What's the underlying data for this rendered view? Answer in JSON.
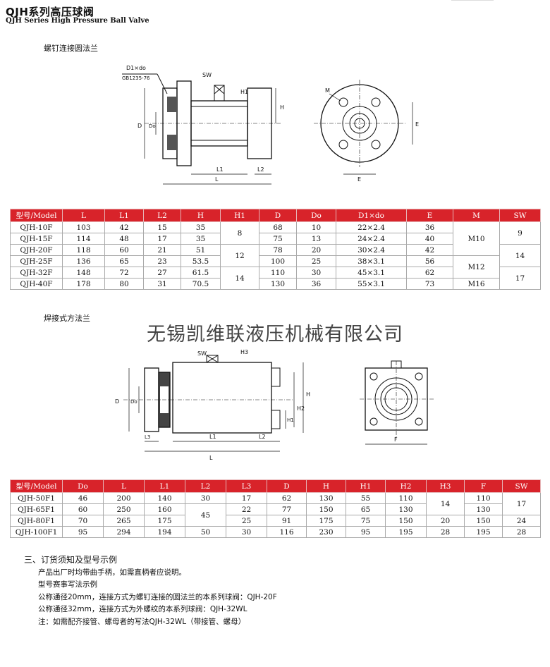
{
  "header": {
    "title_cn": "QJH系列高压球阀",
    "title_en": "QJH Series High Pressure Ball Valve"
  },
  "section1": {
    "label": "螺钉连接圆法兰"
  },
  "drawing1": {
    "labels": {
      "d1xdo": "D1×do",
      "gb": "GB1235-76",
      "sw": "SW",
      "h1": "H1",
      "h": "H",
      "d": "D",
      "do": "Do",
      "l1": "L1",
      "l2": "L2",
      "l": "L",
      "m": "M",
      "e_side": "E",
      "e_bottom": "E"
    }
  },
  "table1": {
    "headers": [
      "型号/Model",
      "L",
      "L1",
      "L2",
      "H",
      "H1",
      "D",
      "Do",
      "D1×do",
      "E",
      "M",
      "SW"
    ],
    "rows": [
      [
        "QJH-10F",
        "103",
        "42",
        "15",
        "35",
        "68",
        "10",
        "22×2.4",
        "36"
      ],
      [
        "QJH-15F",
        "114",
        "48",
        "17",
        "35",
        "75",
        "13",
        "24×2.4",
        "40"
      ],
      [
        "QJH-20F",
        "118",
        "60",
        "21",
        "51",
        "78",
        "20",
        "30×2.4",
        "42"
      ],
      [
        "QJH-25F",
        "136",
        "65",
        "23",
        "53.5",
        "100",
        "25",
        "38×3.1",
        "56"
      ],
      [
        "QJH-32F",
        "148",
        "72",
        "27",
        "61.5",
        "110",
        "30",
        "45×3.1",
        "62"
      ],
      [
        "QJH-40F",
        "178",
        "80",
        "31",
        "70.5",
        "130",
        "36",
        "55×3.1",
        "73"
      ]
    ],
    "h1_merged": [
      "8",
      "12",
      "14"
    ],
    "m_merged": [
      "M10",
      "M12",
      "M16"
    ],
    "sw_merged": [
      "9",
      "14",
      "17"
    ]
  },
  "section2": {
    "label": "焊接式方法兰"
  },
  "watermark": "无锡凯维联液压机械有限公司",
  "drawing2": {
    "labels": {
      "sw": "SW",
      "h3": "H3",
      "h2": "H2",
      "h1": "H1",
      "h": "H",
      "d": "D",
      "do": "Do",
      "l3": "L3",
      "l1": "L1",
      "l2": "L2",
      "l": "L",
      "f": "F"
    }
  },
  "table2": {
    "headers": [
      "型号/Model",
      "Do",
      "L",
      "L1",
      "L2",
      "L3",
      "D",
      "H",
      "H1",
      "H2",
      "H3",
      "F",
      "SW"
    ],
    "rows": [
      [
        "QJH-50F1",
        "46",
        "200",
        "140",
        "30",
        "17",
        "62",
        "130",
        "55",
        "110",
        "",
        "110",
        ""
      ],
      [
        "QJH-65F1",
        "60",
        "250",
        "160",
        "",
        "22",
        "77",
        "150",
        "65",
        "130",
        "",
        "130",
        ""
      ],
      [
        "QJH-80F1",
        "70",
        "265",
        "175",
        "",
        "25",
        "91",
        "175",
        "75",
        "150",
        "20",
        "150",
        "24"
      ],
      [
        "QJH-100F1",
        "95",
        "294",
        "194",
        "50",
        "30",
        "116",
        "230",
        "95",
        "195",
        "28",
        "195",
        "28"
      ]
    ],
    "l2_merged": "45",
    "h3_merged": "14",
    "sw_merged": "17"
  },
  "notes": {
    "heading": "三、订货须知及型号示例",
    "lines": [
      "产品出厂时均带曲手柄，如需直柄者应说明。",
      "型号赛事写法示例",
      "公称通径20mm，连接方式为螺钉连接的圆法兰的本系列球阀：QJH-20F",
      "公称通径32mm，连接方式为外螺纹的本系列球阀：QJH-32WL",
      "注：如需配齐接管、螺母者的写法QJH-32WL（带接管、螺母）"
    ]
  }
}
